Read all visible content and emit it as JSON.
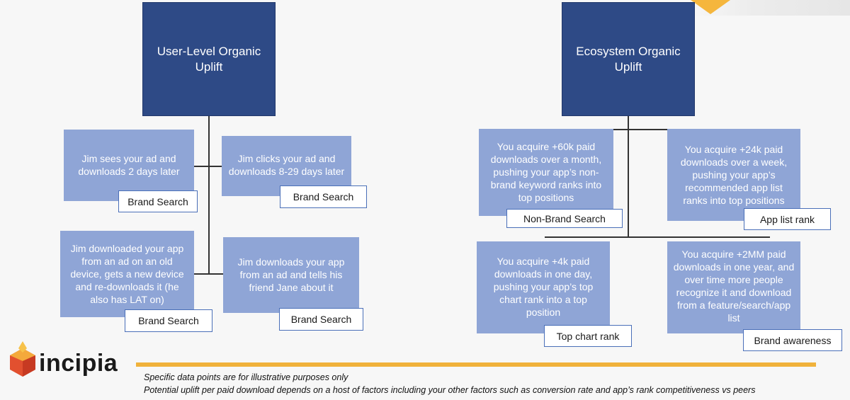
{
  "left": {
    "title": "User-Level Organic Uplift",
    "nodes": [
      {
        "text": "Jim sees your ad and downloads 2 days later",
        "tag": "Brand Search"
      },
      {
        "text": "Jim clicks your ad and downloads 8-29 days later",
        "tag": "Brand Search"
      },
      {
        "text": "Jim downloaded your app from an ad on an old device, gets a new device and re-downloads it (he also has LAT on)",
        "tag": "Brand Search"
      },
      {
        "text": "Jim downloads your app from an ad and tells his friend Jane about it",
        "tag": "Brand Search"
      }
    ]
  },
  "right": {
    "title": "Ecosystem Organic Uplift",
    "nodes": [
      {
        "text": "You acquire +60k paid downloads over a month, pushing your app’s non-brand keyword ranks into top positions",
        "tag": "Non-Brand Search"
      },
      {
        "text": "You acquire +24k paid downloads over a week, pushing your app’s recommended app list ranks into top positions",
        "tag": "App list rank"
      },
      {
        "text": "You acquire +4k paid downloads in one day, pushing your app’s top chart rank into a top position",
        "tag": "Top chart rank"
      },
      {
        "text": "You acquire +2MM paid downloads in one year, and over time more people recognize it and download from a feature/search/app list",
        "tag": "Brand awareness"
      }
    ]
  },
  "brand": {
    "logo_text": "incipia",
    "accent": "#f0b23b",
    "box_dark": "#2e4a86",
    "box_light": "#8fa5d6"
  },
  "footer": {
    "line1": "Specific data points are for illustrative purposes only",
    "line2": "Potential uplift per paid download depends on a host of factors including your other factors such as conversion rate and app’s rank competitiveness vs peers"
  }
}
